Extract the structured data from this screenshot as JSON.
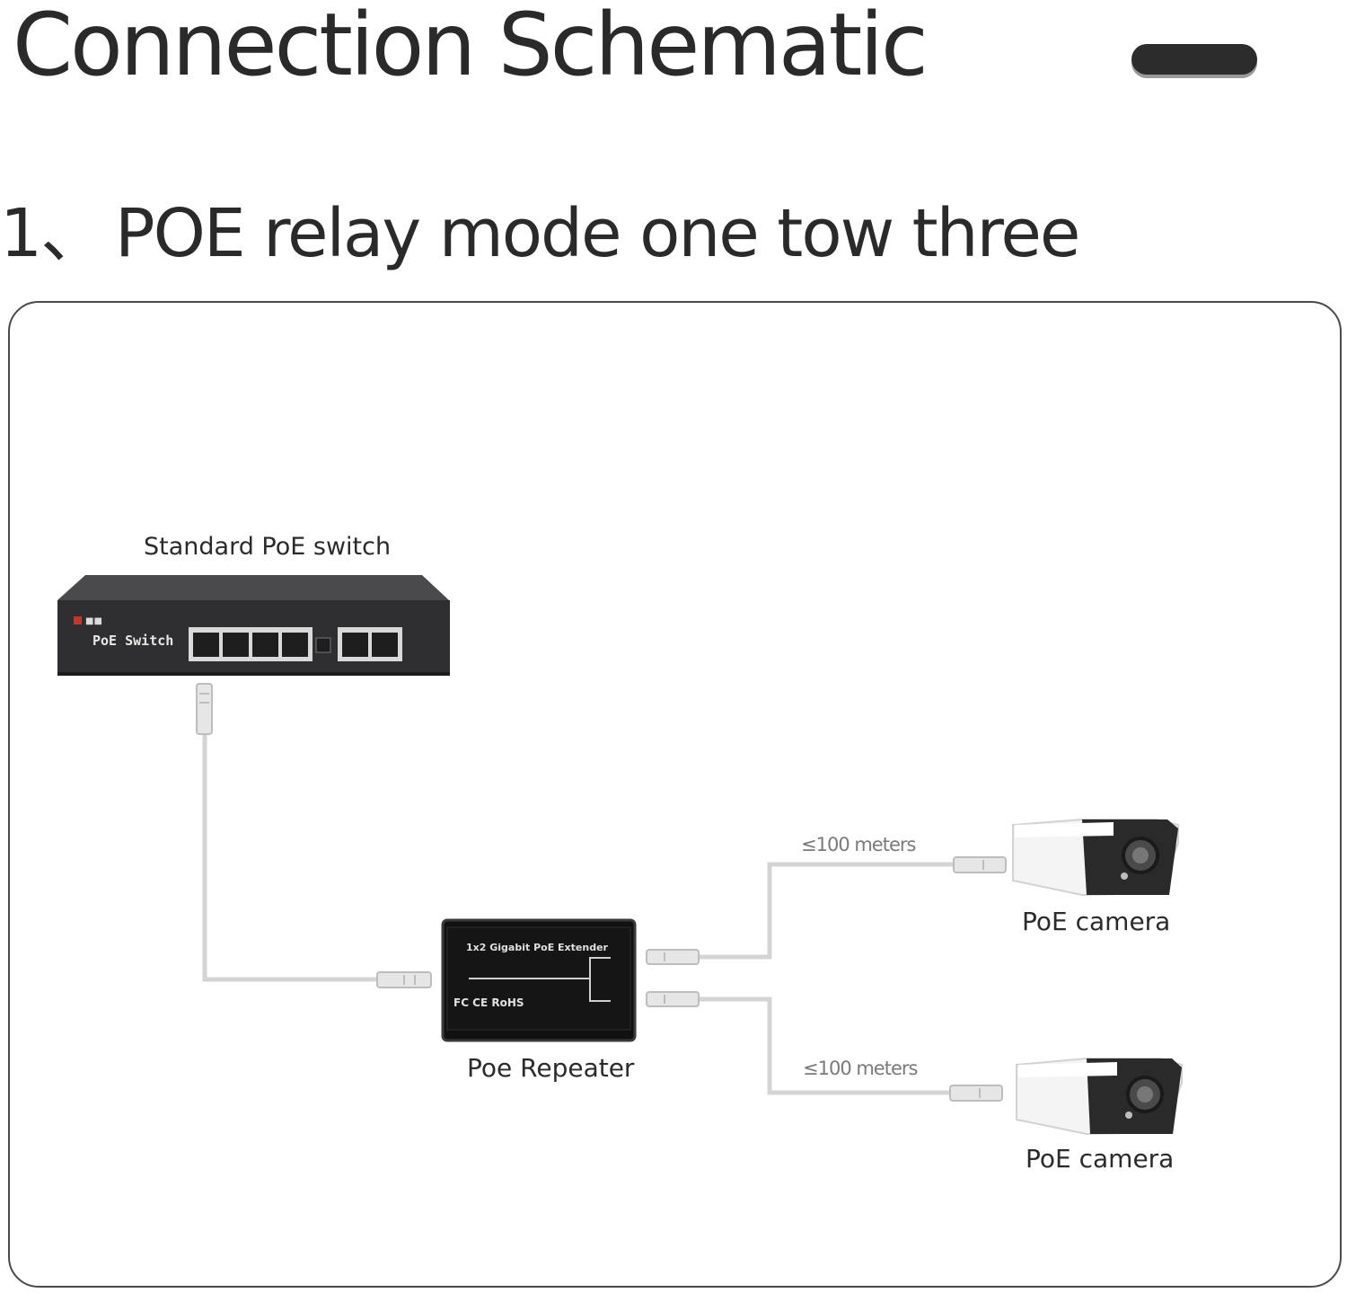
{
  "header": {
    "title": "Connection Schematic"
  },
  "section": {
    "number": "1、",
    "title": "POE relay mode one tow three"
  },
  "diagram": {
    "switch": {
      "label": "Standard PoE switch",
      "device_text": "PoE Switch"
    },
    "repeater": {
      "label": "Poe Repeater",
      "device_text": "1x2 Gigabit PoE Extender",
      "marks_text": "FC CE RoHS"
    },
    "cameras": [
      {
        "label": "PoE camera",
        "distance": "≤100 meters"
      },
      {
        "label": "PoE camera",
        "distance": "≤100 meters"
      }
    ]
  },
  "colors": {
    "text": "#2b2b2b",
    "device_body": "#2f2f31",
    "cable": "#d6d6d6",
    "frame_border": "#4a4a4a"
  }
}
